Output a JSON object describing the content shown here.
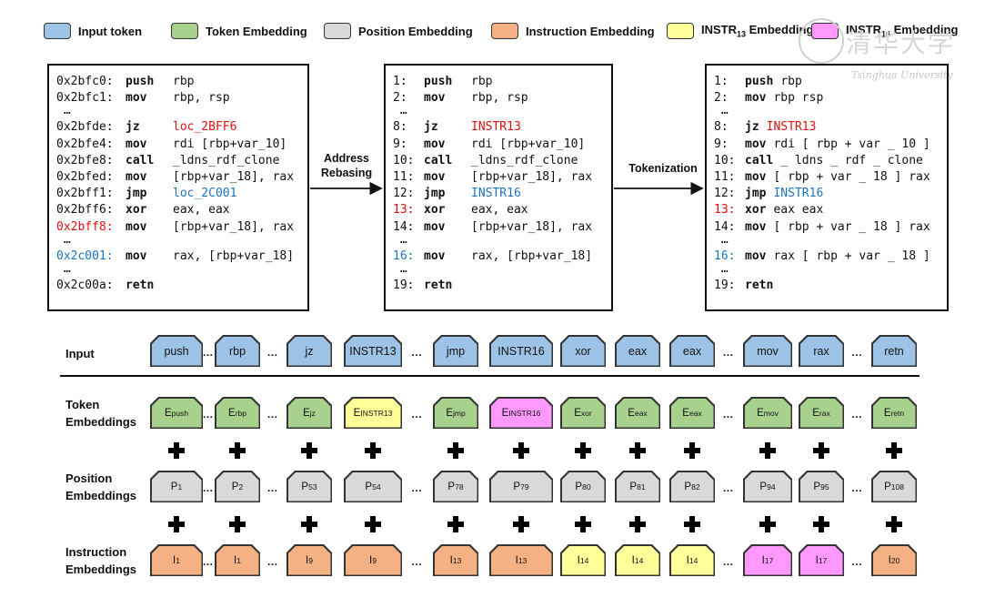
{
  "legend": [
    {
      "label": "Input token",
      "color": "#9dc3e6"
    },
    {
      "label": "Token Embedding",
      "color": "#a9d18e"
    },
    {
      "label": "Position Embedding",
      "color": "#d9d9d9"
    },
    {
      "label": "Instruction Embedding",
      "color": "#f4b183"
    },
    {
      "label": "INSTR",
      "sub": "13",
      "suffix": " Embedding",
      "color": "#ffff99"
    },
    {
      "label": "INSTR",
      "sub": "16",
      "suffix": " Embedding",
      "color": "#ff99ff"
    }
  ],
  "watermark": {
    "name": "清华大学",
    "sub": "Tsinghua University"
  },
  "arrows": {
    "rebasing": "Address\nRebasing",
    "tokenization": "Tokenization"
  },
  "code_left": [
    {
      "addr": "0x2bfc0:",
      "op": "push",
      "args": "rbp"
    },
    {
      "addr": "0x2bfc1:",
      "op": "mov",
      "args": "rbp, rsp"
    },
    {
      "ellipsis": "…"
    },
    {
      "addr": "0x2bfde:",
      "op": "jz",
      "args": "loc_2BFF6",
      "argsColor": "red"
    },
    {
      "addr": "0x2bfe4:",
      "op": "mov",
      "args": "rdi [rbp+var_10]"
    },
    {
      "addr": "0x2bfe8:",
      "op": "call",
      "args": "_ldns_rdf_clone"
    },
    {
      "addr": "0x2bfed:",
      "op": "mov",
      "args": "[rbp+var_18], rax"
    },
    {
      "addr": "0x2bff1:",
      "op": "jmp",
      "args": "loc_2C001",
      "argsColor": "blue"
    },
    {
      "addr": "0x2bff6:",
      "op": "xor",
      "args": "eax, eax"
    },
    {
      "addr": "0x2bff8:",
      "op": "mov",
      "args": "[rbp+var_18], rax",
      "addrColor": "red"
    },
    {
      "ellipsis": "…"
    },
    {
      "addr": "0x2c001:",
      "op": "mov",
      "args": "rax, [rbp+var_18]",
      "addrColor": "blue"
    },
    {
      "ellipsis": "…"
    },
    {
      "addr": "0x2c00a:",
      "op": "retn",
      "args": ""
    }
  ],
  "code_middle": [
    {
      "addr": "1:",
      "op": "push",
      "args": "rbp"
    },
    {
      "addr": "2:",
      "op": "mov",
      "args": "rbp, rsp"
    },
    {
      "ellipsis": "…"
    },
    {
      "addr": "8:",
      "op": "jz",
      "args": "INSTR13",
      "argsColor": "red"
    },
    {
      "addr": "9:",
      "op": "mov",
      "args": "rdi [rbp+var_10]"
    },
    {
      "addr": "10:",
      "op": "call",
      "args": "_ldns_rdf_clone"
    },
    {
      "addr": "11:",
      "op": "mov",
      "args": "[rbp+var_18], rax"
    },
    {
      "addr": "12:",
      "op": "jmp",
      "args": "INSTR16",
      "argsColor": "blue"
    },
    {
      "addr": "13:",
      "op": "xor",
      "args": "eax, eax",
      "addrColor": "red"
    },
    {
      "addr": "14:",
      "op": "mov",
      "args": "[rbp+var_18], rax"
    },
    {
      "ellipsis": "…"
    },
    {
      "addr": "16:",
      "op": "mov",
      "args": "rax, [rbp+var_18]",
      "addrColor": "blue"
    },
    {
      "ellipsis": "…"
    },
    {
      "addr": "19:",
      "op": "retn",
      "args": ""
    }
  ],
  "code_right": [
    {
      "addr": "1:",
      "op": "push",
      "args": "rbp"
    },
    {
      "addr": "2:",
      "op": "mov",
      "args": "rbp rsp"
    },
    {
      "ellipsis": "…"
    },
    {
      "addr": "8:",
      "op": "jz",
      "args": "INSTR13",
      "argsColor": "red"
    },
    {
      "addr": "9:",
      "op": "mov",
      "args": "rdi [ rbp + var _ 10 ]"
    },
    {
      "addr": "10:",
      "op": "call",
      "args": "_ ldns _ rdf _ clone"
    },
    {
      "addr": "11:",
      "op": "mov",
      "args": "[ rbp + var _ 18 ] rax"
    },
    {
      "addr": "12:",
      "op": "jmp",
      "args": "INSTR16",
      "argsColor": "blue"
    },
    {
      "addr": "13:",
      "op": "xor",
      "args": "eax eax",
      "addrColor": "red"
    },
    {
      "addr": "14:",
      "op": "mov",
      "args": "[ rbp + var _ 18 ] rax"
    },
    {
      "ellipsis": "…"
    },
    {
      "addr": "16:",
      "op": "mov",
      "args": "rax [ rbp + var _ 18 ]",
      "addrColor": "blue"
    },
    {
      "ellipsis": "…"
    },
    {
      "addr": "19:",
      "op": "retn",
      "args": ""
    }
  ],
  "rows": {
    "input": "Input",
    "token": "Token\nEmbeddings",
    "position": "Position\nEmbeddings",
    "instruction": "Instruction\nEmbeddings"
  },
  "ellipsis": "…",
  "tokens": [
    {
      "input": "push",
      "tokE": "E",
      "tokSub": "push",
      "tokColor": "#a9d18e",
      "pos": "P",
      "posSub": "1",
      "ins": "I",
      "insSub": "1",
      "insColor": "#f4b183",
      "gapAfter": true
    },
    {
      "input": "rbp",
      "tokE": "E",
      "tokSub": "rbp",
      "tokColor": "#a9d18e",
      "pos": "P",
      "posSub": "2",
      "ins": "I",
      "insSub": "1",
      "insColor": "#f4b183",
      "gapAfter": true
    },
    {
      "input": "jz",
      "tokE": "E",
      "tokSub": "jz",
      "tokColor": "#a9d18e",
      "pos": "P",
      "posSub": "53",
      "ins": "I",
      "insSub": "9",
      "insColor": "#f4b183"
    },
    {
      "input": "INSTR13",
      "tokE": "E",
      "tokSub": "INSTR13",
      "tokColor": "#ffff99",
      "pos": "P",
      "posSub": "54",
      "ins": "I",
      "insSub": "9",
      "insColor": "#f4b183",
      "gapAfter": true
    },
    {
      "input": "jmp",
      "tokE": "E",
      "tokSub": "jmp",
      "tokColor": "#a9d18e",
      "pos": "P",
      "posSub": "78",
      "ins": "I",
      "insSub": "13",
      "insColor": "#f4b183"
    },
    {
      "input": "INSTR16",
      "tokE": "E",
      "tokSub": "INSTR16",
      "tokColor": "#ff99ff",
      "pos": "P",
      "posSub": "79",
      "ins": "I",
      "insSub": "13",
      "insColor": "#f4b183"
    },
    {
      "input": "xor",
      "tokE": "E",
      "tokSub": "xor",
      "tokColor": "#a9d18e",
      "pos": "P",
      "posSub": "80",
      "ins": "I",
      "insSub": "14",
      "insColor": "#ffff99"
    },
    {
      "input": "eax",
      "tokE": "E",
      "tokSub": "eax",
      "tokColor": "#a9d18e",
      "pos": "P",
      "posSub": "81",
      "ins": "I",
      "insSub": "14",
      "insColor": "#ffff99"
    },
    {
      "input": "eax",
      "tokE": "E",
      "tokSub": "eax",
      "tokColor": "#a9d18e",
      "pos": "P",
      "posSub": "82",
      "ins": "I",
      "insSub": "14",
      "insColor": "#ffff99",
      "gapAfter": true
    },
    {
      "input": "mov",
      "tokE": "E",
      "tokSub": "mov",
      "tokColor": "#a9d18e",
      "pos": "P",
      "posSub": "94",
      "ins": "I",
      "insSub": "17",
      "insColor": "#ff99ff"
    },
    {
      "input": "rax",
      "tokE": "E",
      "tokSub": "rax",
      "tokColor": "#a9d18e",
      "pos": "P",
      "posSub": "95",
      "ins": "I",
      "insSub": "17",
      "insColor": "#ff99ff",
      "gapAfter": true
    },
    {
      "input": "retn",
      "tokE": "E",
      "tokSub": "retn",
      "tokColor": "#a9d18e",
      "pos": "P",
      "posSub": "108",
      "ins": "I",
      "insSub": "20",
      "insColor": "#f4b183"
    }
  ]
}
